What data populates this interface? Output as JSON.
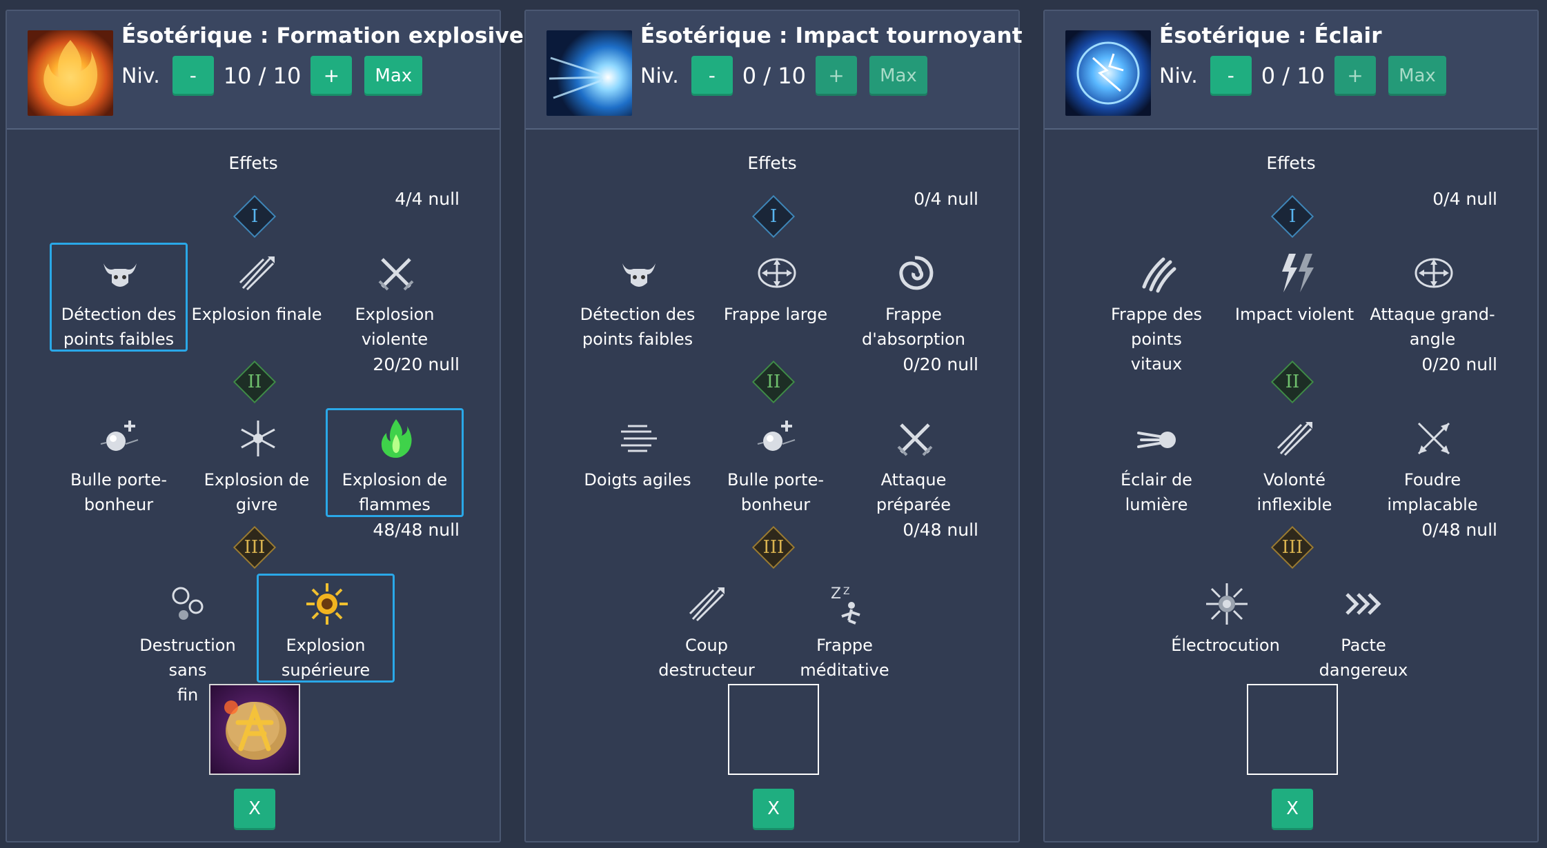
{
  "panels": [
    {
      "title": "Ésotérique : Formation explosive",
      "icon": "fire-explosion-icon",
      "level_label": "Niv.",
      "level_value": "10 / 10",
      "minus_label": "-",
      "plus_label": "+",
      "max_label": "Max",
      "effects_label": "Effets",
      "tiers": [
        {
          "numeral": "I",
          "count": "4/4 null",
          "options": [
            {
              "label": "Détection des\npoints faibles",
              "icon": "bull-skull-icon",
              "selected": true
            },
            {
              "label": "Explosion finale",
              "icon": "sword-slash-icon",
              "selected": false
            },
            {
              "label": "Explosion violente",
              "icon": "crossed-swords-icon",
              "selected": false
            }
          ]
        },
        {
          "numeral": "II",
          "count": "20/20 null",
          "options": [
            {
              "label": "Bulle porte-\nbonheur",
              "icon": "bubble-plus-icon",
              "selected": false
            },
            {
              "label": "Explosion de\ngivre",
              "icon": "snowflake-icon",
              "selected": false
            },
            {
              "label": "Explosion de\nflammes",
              "icon": "green-flame-icon",
              "selected": true
            }
          ]
        },
        {
          "numeral": "III",
          "count": "48/48 null",
          "options": [
            {
              "label": "Destruction sans\nfin",
              "icon": "orbs-icon",
              "selected": false
            },
            {
              "label": "Explosion\nsupérieure",
              "icon": "sun-burst-icon",
              "selected": true
            }
          ]
        }
      ],
      "rune": "rune-stone-icon",
      "clear_label": "X"
    },
    {
      "title": "Ésotérique : Impact tournoyant",
      "icon": "blue-comet-icon",
      "level_label": "Niv.",
      "level_value": "0 / 10",
      "minus_label": "-",
      "plus_label": "+",
      "max_label": "Max",
      "effects_label": "Effets",
      "tiers": [
        {
          "numeral": "I",
          "count": "0/4 null",
          "options": [
            {
              "label": "Détection des\npoints faibles",
              "icon": "bull-skull-icon",
              "selected": false
            },
            {
              "label": "Frappe large",
              "icon": "four-arrows-icon",
              "selected": false
            },
            {
              "label": "Frappe\nd'absorption",
              "icon": "swirl-icon",
              "selected": false
            }
          ]
        },
        {
          "numeral": "II",
          "count": "0/20 null",
          "options": [
            {
              "label": "Doigts agiles",
              "icon": "speed-lines-icon",
              "selected": false
            },
            {
              "label": "Bulle porte-\nbonheur",
              "icon": "bubble-plus-icon",
              "selected": false
            },
            {
              "label": "Attaque préparée",
              "icon": "crossed-swords-icon",
              "selected": false
            }
          ]
        },
        {
          "numeral": "III",
          "count": "0/48 null",
          "options": [
            {
              "label": "Coup destructeur",
              "icon": "sword-slash-icon",
              "selected": false
            },
            {
              "label": "Frappe méditative",
              "icon": "sleep-icon",
              "selected": false
            }
          ]
        }
      ],
      "rune": "",
      "clear_label": "X"
    },
    {
      "title": "Ésotérique : Éclair",
      "icon": "blue-lightning-orb-icon",
      "level_label": "Niv.",
      "level_value": "0 / 10",
      "minus_label": "-",
      "plus_label": "+",
      "max_label": "Max",
      "effects_label": "Effets",
      "tiers": [
        {
          "numeral": "I",
          "count": "0/4 null",
          "options": [
            {
              "label": "Frappe des points\nvitaux",
              "icon": "claw-icon",
              "selected": false
            },
            {
              "label": "Impact violent",
              "icon": "lightning-icon",
              "selected": false
            },
            {
              "label": "Attaque grand-\nangle",
              "icon": "four-arrows-icon",
              "selected": false
            }
          ]
        },
        {
          "numeral": "II",
          "count": "0/20 null",
          "options": [
            {
              "label": "Éclair de lumière",
              "icon": "light-beam-icon",
              "selected": false
            },
            {
              "label": "Volonté inflexible",
              "icon": "sword-slash-icon",
              "selected": false
            },
            {
              "label": "Foudre\nimplacable",
              "icon": "cross-arrows-icon",
              "selected": false
            }
          ]
        },
        {
          "numeral": "III",
          "count": "0/48 null",
          "options": [
            {
              "label": "Électrocution",
              "icon": "spark-burst-icon",
              "selected": false
            },
            {
              "label": "Pacte dangereux",
              "icon": "chevrons-icon",
              "selected": false
            }
          ]
        }
      ],
      "rune": "",
      "clear_label": "X"
    }
  ]
}
